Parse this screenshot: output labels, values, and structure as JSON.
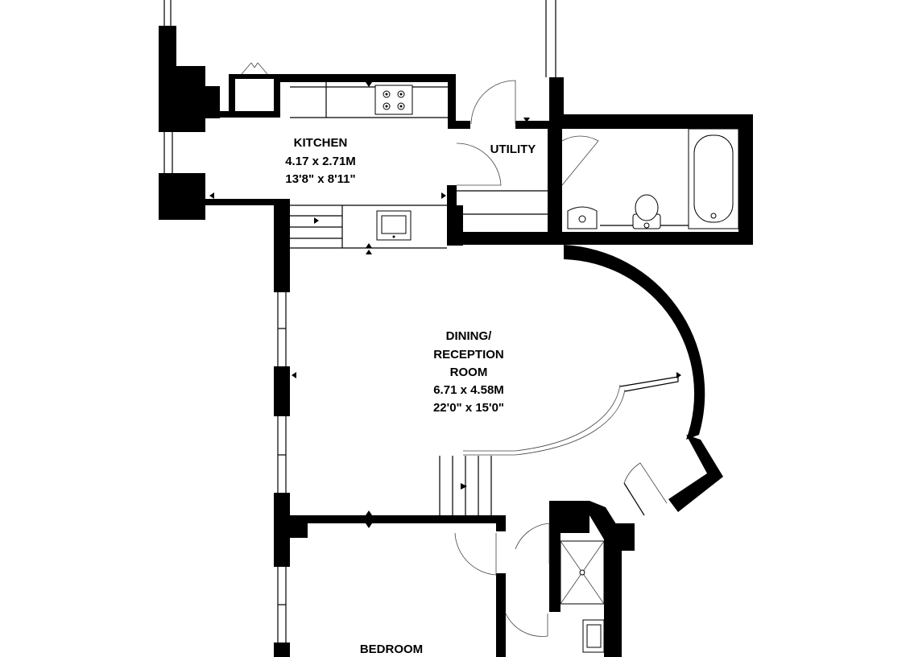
{
  "colors": {
    "wall": "#000000",
    "background": "#ffffff"
  },
  "rooms": {
    "kitchen": {
      "name": "KITCHEN",
      "metric": "4.17 x 2.71M",
      "imperial": "13'8\" x 8'11\""
    },
    "utility": {
      "name": "UTILITY"
    },
    "dining": {
      "name_line1": "DINING/",
      "name_line2": "RECEPTION",
      "name_line3": "ROOM",
      "metric": "6.71 x 4.58M",
      "imperial": "22'0\" x 15'0\""
    },
    "bedroom": {
      "name": "BEDROOM"
    }
  },
  "icons": [
    "hob-icon",
    "sink-icon",
    "bath-icon",
    "toilet-icon",
    "basin-icon",
    "shower-tray-icon",
    "door-swing-icon",
    "stairs-icon",
    "window-icon"
  ]
}
